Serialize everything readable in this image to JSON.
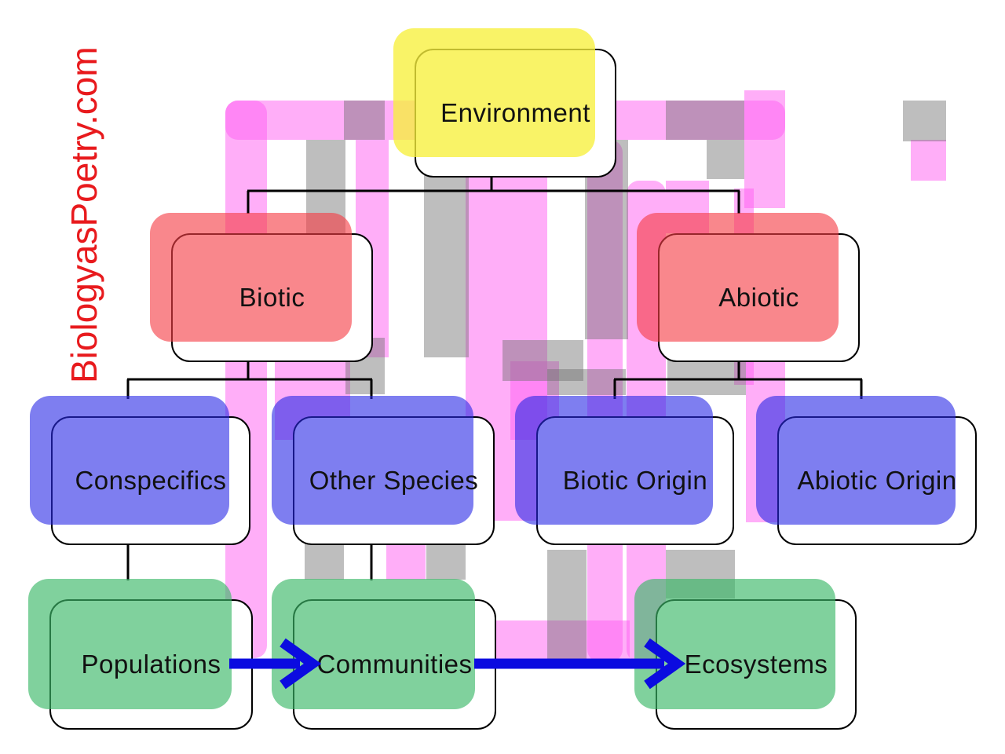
{
  "watermark": {
    "text": "BiologyasPoetry.com",
    "color": "#e81a1d"
  },
  "nodes": {
    "environment": {
      "label": "Environment",
      "shadow": "yellow"
    },
    "biotic": {
      "label": "Biotic",
      "shadow": "salmon"
    },
    "abiotic": {
      "label": "Abiotic",
      "shadow": "salmon"
    },
    "conspecifics": {
      "label": "Conspecifics",
      "shadow": "blue"
    },
    "other_species": {
      "label": "Other Species",
      "shadow": "blue"
    },
    "biotic_origin": {
      "label": "Biotic Origin",
      "shadow": "blue"
    },
    "abiotic_origin": {
      "label": "Abiotic Origin",
      "shadow": "blue"
    },
    "populations": {
      "label": "Populations",
      "shadow": "green"
    },
    "communities": {
      "label": "Communities",
      "shadow": "green"
    },
    "ecosystems": {
      "label": "Ecosystems",
      "shadow": "green"
    }
  },
  "hierarchy": [
    {
      "parent": "Environment",
      "children": [
        "Biotic",
        "Abiotic"
      ]
    },
    {
      "parent": "Biotic",
      "children": [
        "Conspecifics",
        "Other Species"
      ]
    },
    {
      "parent": "Abiotic",
      "children": [
        "Biotic Origin",
        "Abiotic Origin"
      ]
    },
    {
      "parent": "Conspecifics",
      "children": [
        "Populations"
      ]
    },
    {
      "parent": "Other Species",
      "children": [
        "Communities"
      ]
    }
  ],
  "arrows": [
    {
      "from": "Populations",
      "to": "Communities"
    },
    {
      "from": "Communities",
      "to": "Ecosystems"
    }
  ],
  "colors": {
    "pink_ribbon": "#ffaef8",
    "gray_ribbon": "#bdbdbd",
    "yellow_shadow": "#f9f275",
    "salmon_shadow": "#f9898e",
    "blue_shadow": "#7e7ef0",
    "green_shadow": "#80d19d",
    "arrow_blue": "#0b0be0",
    "line_black": "#000000",
    "watermark_red": "#e81a1d"
  }
}
